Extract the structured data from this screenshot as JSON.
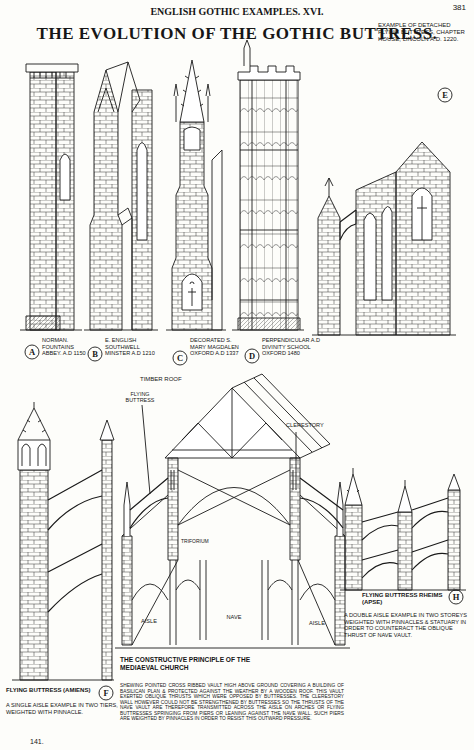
{
  "diagram": {
    "title": "THE EVOLUTION OF THE GOTHIC BUTTRESS.",
    "labels": [
      "381",
      "ENGLISH GOTHIC EXAMPLES. XVI.",
      "EXAMPLE OF DETACHED FLYING BUTTRESS, CHAPTER HOUSE, LINCOLN A.D. 1220.",
      "E",
      "A",
      "NORMAN. FOUNTAINS ABBEY. A.D 1150",
      "B",
      "E. ENGLISH SOUTHWELL MINSTER A.D 1210",
      "C",
      "DECORATED S. MARY MAGDALEN OXFORD A.D 1337",
      "D",
      "PERPENDICULAR A.D DIVINITY SCHOOL OXFORD 1480",
      "TIMBER ROOF",
      "FLYING BUTTRESS",
      "CLERESTORY",
      "TRIFORIUM",
      "AISLE",
      "NAVE",
      "AISLE",
      "F",
      "FLYING BUTTRESS (AMIENS)",
      "A SINGLE AISLE EXAMPLE IN TWO TIERS, WEIGHTED WITH PINNACLE.",
      "THE CONSTRUCTIVE PRINCIPLE OF THE MEDIAEVAL CHURCH",
      "SHEWING POINTED CROSS RIBBED VAULT HIGH ABOVE GROUND COVERING A BUILDING OF BASILICAN PLAN & PROTECTED AGAINST THE WEATHER BY A WOODEN ROOF. THIS VAULT EXERTED OBLIQUE THRUSTS WHICH WERE OPPOSED BY BUTTRESSES. THE CLERESTORY WALL HOWEVER COULD NOT BE STRENGTHENED BY BUTTRESSES SO THE THRUSTS OF THE NAVE VAULT ARE THEREFORE TRANSMITTED ACROSS THE AISLE ON ARCHES OR FLYING BUTTRESSES SPRINGING FROM PIERS OR LEANING AGAINST THE NAVE WALL. SUCH PIERS ARE WEIGHTED BY PINNACLES IN ORDER TO RESIST THIS OUTWARD PRESSURE.",
      "H",
      "FLYING BUTTRESS RHEIMS (APSE)",
      "A DOUBLE AISLE EXAMPLE IN TWO STOREYS WEIGHTED WITH PINNACLES & STATUARY IN ORDER TO COUNTERACT THE OBLIQUE THRUST OF NAVE VAULT.",
      "141."
    ]
  }
}
